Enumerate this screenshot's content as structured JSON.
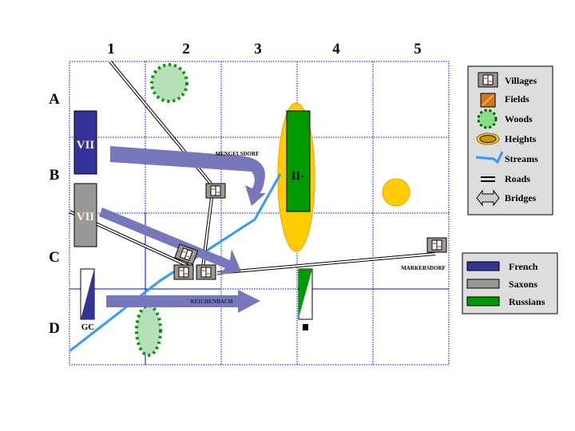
{
  "columns": [
    "1",
    "2",
    "3",
    "4",
    "5"
  ],
  "rows": [
    "A",
    "B",
    "C",
    "D"
  ],
  "places": {
    "mengelsdorf": "MENGELSDORF",
    "reichenbach": "REICHENBACH",
    "markersdorf": "MARKERSDORF"
  },
  "units": {
    "french_vii": "VII",
    "saxon_vii": "VII",
    "russian_ii": "II-",
    "gc": "GC"
  },
  "legend": {
    "terrain": [
      {
        "icon": "village-icon",
        "label": "Villages"
      },
      {
        "icon": "field-icon",
        "label": "Fields"
      },
      {
        "icon": "woods-icon",
        "label": "Woods"
      },
      {
        "icon": "heights-icon",
        "label": "Heights"
      },
      {
        "icon": "stream-icon",
        "label": "Streams"
      },
      {
        "icon": "road-icon",
        "label": "Roads"
      },
      {
        "icon": "bridge-icon",
        "label": "Bridges"
      }
    ],
    "forces": [
      {
        "label": "French",
        "color": "#333399"
      },
      {
        "label": "Saxons",
        "color": "#999999"
      },
      {
        "label": "Russians",
        "color": "#009900"
      }
    ]
  },
  "colors": {
    "french": "#333399",
    "saxon": "#999999",
    "russian": "#009900",
    "arrow": "#7777bb",
    "heights": "#ffcc00",
    "woods": "#b8e0b8",
    "stream": "#3399ff"
  }
}
